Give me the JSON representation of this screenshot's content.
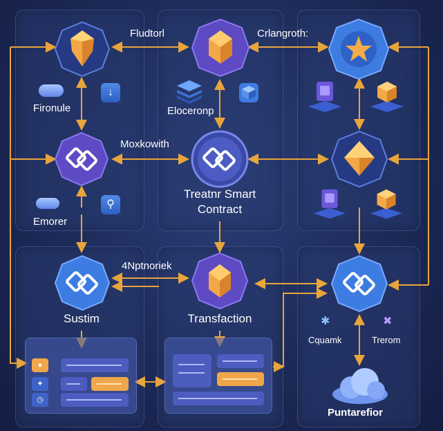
{
  "labels": {
    "flow_top_left": "Fludtorl",
    "flow_top_right": "Crlangroth:",
    "group_top_left": "Fironule",
    "group_top_middle": "Eloceronp",
    "flow_middle_left": "Moxkowith",
    "group_middle_left": "Emorer",
    "smart_contract_line1": "Treatnr Smart",
    "smart_contract_line2": "Contract",
    "flow_bottom_left": "4Nptnoriek",
    "system": "Sustim",
    "transaction": "Transfaction",
    "leaf_left": "Cquamk",
    "leaf_right": "Trerom",
    "cloud_platform": "Puntarefior"
  },
  "icons": {
    "gem_top_left": "orange-gem-icon",
    "gem_top_middle": "purple-gem-icon",
    "star_top_right": "star-icon",
    "link_middle_left": "chain-link-icon",
    "contract_center": "smart-contract-link-icon",
    "gem_middle_right": "orange-gem-icon",
    "link_bottom_left": "chain-link-icon",
    "gem_bottom_middle": "orange-gem-icon",
    "link_bottom_right": "chain-link-icon",
    "cloud": "cloud-icon"
  },
  "colors": {
    "arrow": "#e8a53c",
    "node_blue": "#3d7ce0",
    "node_purple": "#5e4bc4",
    "gem_orange": "#f3a848",
    "background": "#1d2a58"
  }
}
